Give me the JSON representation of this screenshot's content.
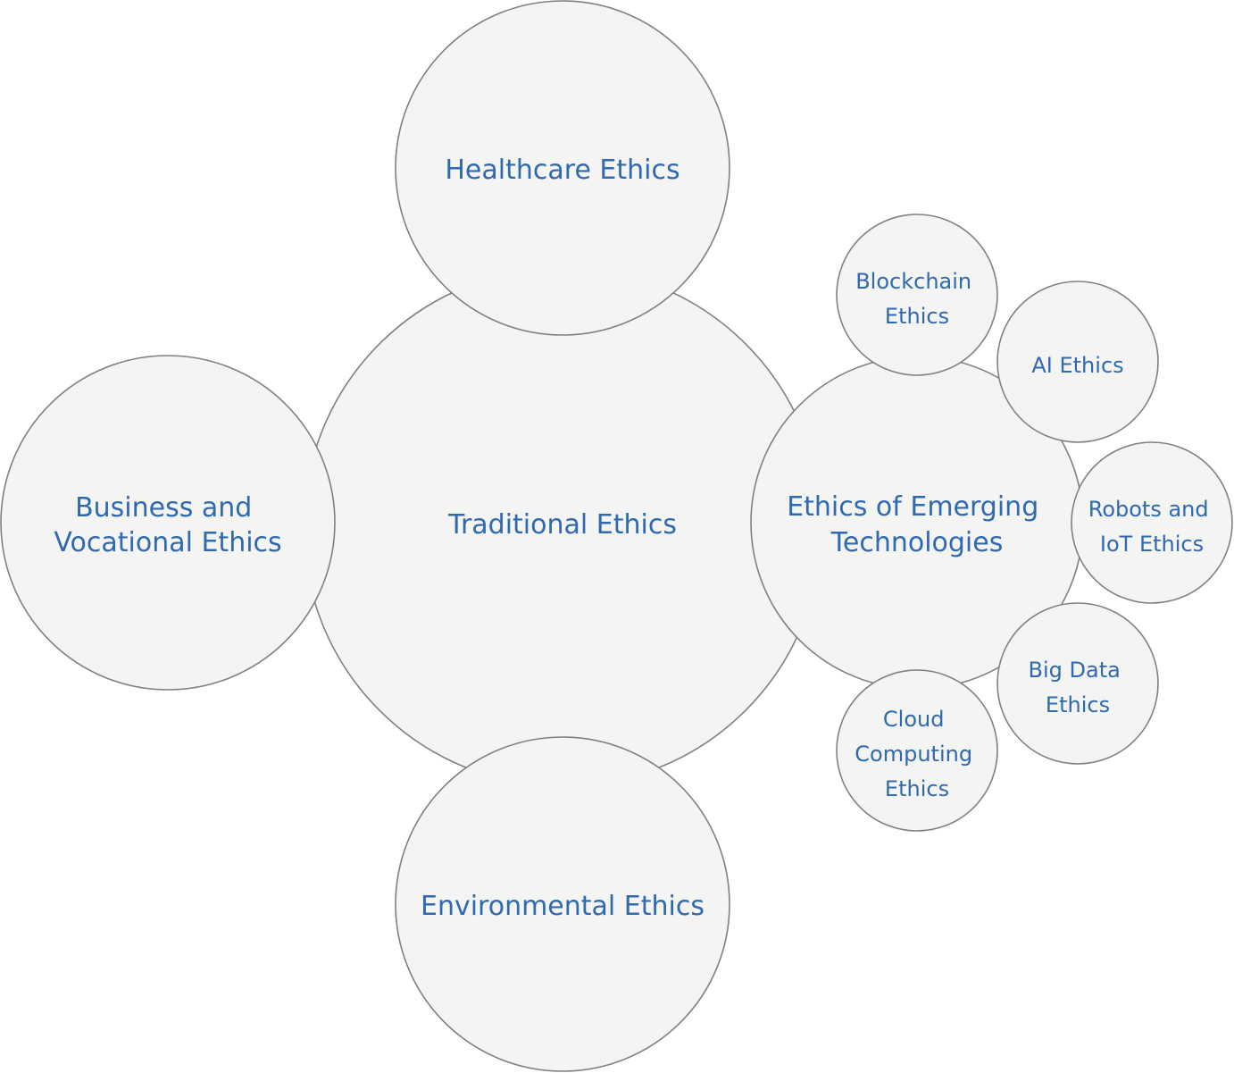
{
  "diagram": {
    "title": "",
    "palette": {
      "bubble_fill": "#f4f4f3",
      "bubble_stroke": "#7d8185",
      "label_color": "#2f69b0"
    },
    "nodes": {
      "traditional": {
        "lines": [
          "Traditional Ethics"
        ]
      },
      "healthcare": {
        "lines": [
          "Healthcare Ethics"
        ]
      },
      "business": {
        "lines": [
          "Business and",
          "Vocational Ethics"
        ]
      },
      "environmental": {
        "lines": [
          "Environmental Ethics"
        ]
      },
      "emerging": {
        "lines": [
          "Ethics of Emerging",
          "Technologies"
        ]
      },
      "blockchain": {
        "lines": [
          "Blockchain",
          "Ethics"
        ]
      },
      "ai": {
        "lines": [
          "AI Ethics"
        ]
      },
      "robots": {
        "lines": [
          "Robots and",
          "IoT Ethics"
        ]
      },
      "bigdata": {
        "lines": [
          "Big Data",
          "Ethics"
        ]
      },
      "cloud": {
        "lines": [
          "Cloud",
          "Computing",
          "Ethics"
        ]
      }
    }
  }
}
